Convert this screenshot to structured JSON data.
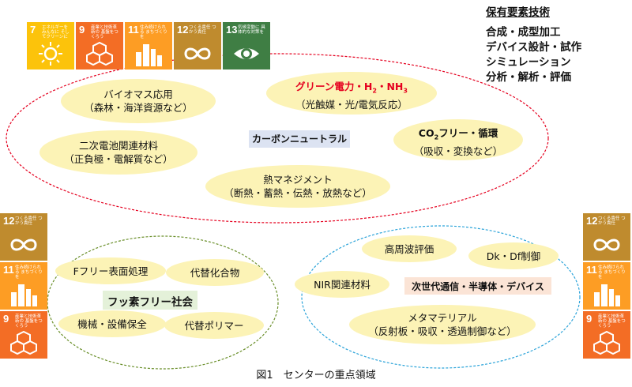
{
  "colors": {
    "sdg7": "#FCC30B",
    "sdg9": "#F36D25",
    "sdg11": "#FD9D24",
    "sdg12": "#BF8B2E",
    "sdg13": "#3F7E44",
    "red_accent": "#E5001F",
    "blob": "#FCF3B6",
    "carbon_tag": "#DCE3F2",
    "fluorine_tag": "#E4F1D9",
    "nextgen_tag": "#FBE4D6"
  },
  "sdg_top": [
    {
      "num": "7",
      "label": "エネルギーをみんなに そしてクリーンに",
      "icon": "sun-icon"
    },
    {
      "num": "9",
      "label": "産業と技術革新の 基盤をつくろう",
      "icon": "cubes-icon"
    },
    {
      "num": "11",
      "label": "住み続けられる まちづくりを",
      "icon": "city-icon"
    },
    {
      "num": "12",
      "label": "つくる責任 つかう責任",
      "icon": "infinity-icon"
    },
    {
      "num": "13",
      "label": "気候変動に 具体的な対策を",
      "icon": "eye-globe-icon"
    }
  ],
  "sdg_left": [
    {
      "num": "12",
      "label": "つくる責任 つかう責任",
      "icon": "infinity-icon"
    },
    {
      "num": "11",
      "label": "住み続けられる まちづくりを",
      "icon": "city-icon"
    },
    {
      "num": "9",
      "label": "産業と技術革新の 基盤をつくろう",
      "icon": "cubes-icon"
    }
  ],
  "sdg_right": [
    {
      "num": "12",
      "label": "つくる責任 つかう責任",
      "icon": "infinity-icon"
    },
    {
      "num": "11",
      "label": "住み続けられる まちづくりを",
      "icon": "city-icon"
    },
    {
      "num": "9",
      "label": "産業と技術革新の 基盤をつくろう",
      "icon": "cubes-icon"
    }
  ],
  "skills": {
    "title": "保有要素技術",
    "items": [
      "合成・成型加工",
      "デバイス設計・試作",
      "シミュレーション",
      "分析・解析・評価"
    ]
  },
  "carbon": {
    "tag": "カーボンニュートラル",
    "biomass": {
      "line1": "バイオマス応用",
      "line2": "（森林・海洋資源など）"
    },
    "green": {
      "title_a": "グリーン電力・H",
      "title_b": "2",
      "title_c": "・NH",
      "title_d": "3",
      "line2": "（光触媒・光/電気反応）"
    },
    "battery": {
      "line1": "二次電池関連材料",
      "line2": "（正負極・電解質など）"
    },
    "co2": {
      "title_a": "CO",
      "title_b": "2",
      "title_c": "フリー・循環",
      "line2": "（吸収・変換など）"
    },
    "thermal": {
      "line1": "熱マネジメント",
      "line2": "（断熱・蓄熱・伝熱・放熱など）"
    }
  },
  "fluorine": {
    "tag": "フッ素フリー社会",
    "surface": "Fフリー表面処理",
    "alt_compound": "代替化合物",
    "maintenance": "機械・設備保全",
    "alt_polymer": "代替ポリマー"
  },
  "nextgen": {
    "tag": "次世代通信・半導体・デバイス",
    "hf_eval": "高周波評価",
    "dkdf": "Dk・Df制御",
    "nir": "NIR関連材料",
    "meta": {
      "line1": "メタマテリアル",
      "line2": "（反射板・吸収・透過制御など）"
    }
  },
  "caption": "図1　センターの重点領域"
}
